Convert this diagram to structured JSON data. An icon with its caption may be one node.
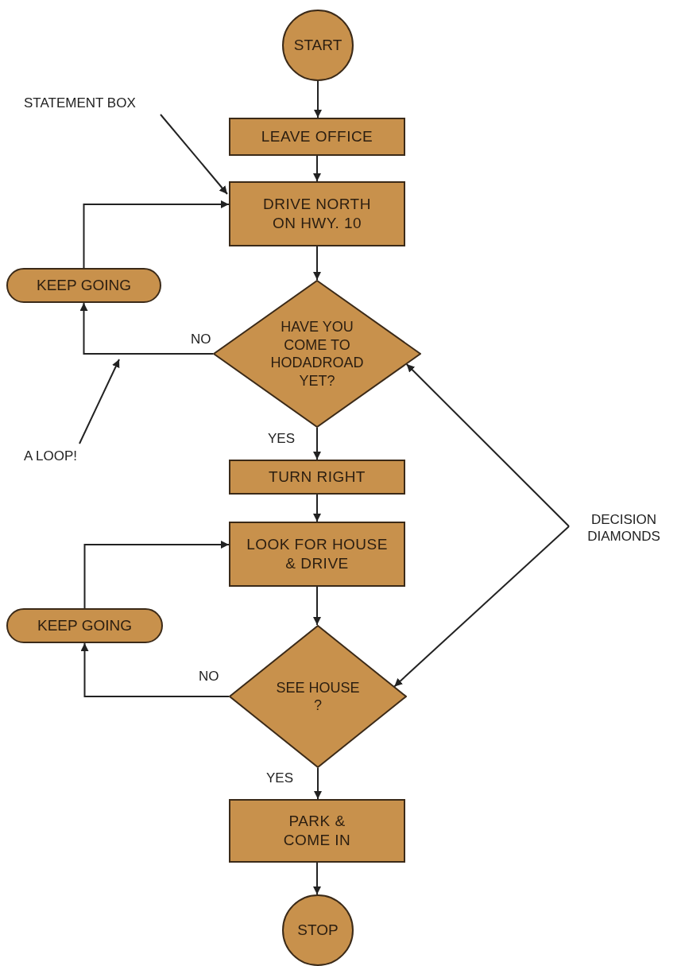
{
  "diagram": {
    "nodes": [
      {
        "text": [
          "START"
        ]
      },
      {
        "text": [
          "LEAVE OFFICE"
        ]
      },
      {
        "text": [
          "DRIVE NORTH ON HWY. 10"
        ]
      },
      {
        "text": [
          "HAVE YOU COME TO HODADROAD YET?"
        ]
      },
      {
        "text": [
          "KEEP GOING"
        ]
      },
      {
        "text": [
          "TURN RIGHT"
        ]
      },
      {
        "text": [
          "LOOK FOR HOUSE & DRIVE"
        ]
      },
      {
        "text": [
          "KEEP GOING"
        ]
      },
      {
        "text": [
          "SEE HOUSE ?"
        ]
      },
      {
        "text": [
          "PARK & COME IN"
        ]
      },
      {
        "text": [
          "STOP"
        ]
      },
      {
        "text": [
          "STATEMENT BOX"
        ]
      },
      {
        "text": [
          "A LOOP!"
        ]
      },
      {
        "text": [
          "DECISION DIAMONDS"
        ]
      }
    ],
    "edges": [
      {
        "from": 0,
        "to": 1,
        "arrow": "to"
      },
      {
        "from": 1,
        "to": 2,
        "arrow": "to"
      },
      {
        "from": 2,
        "to": 3,
        "arrow": "to"
      },
      {
        "from": 3,
        "to": 4,
        "arrow": "to",
        "label": "NO"
      },
      {
        "from": 4,
        "to": 2,
        "arrow": "to"
      },
      {
        "from": 3,
        "to": 5,
        "arrow": "to",
        "label": "YES"
      },
      {
        "from": 5,
        "to": 6,
        "arrow": "to"
      },
      {
        "from": 6,
        "to": 8,
        "arrow": "to"
      },
      {
        "from": 8,
        "to": 7,
        "arrow": "to",
        "label": "NO"
      },
      {
        "from": 7,
        "to": 6,
        "arrow": "to"
      },
      {
        "from": 8,
        "to": 9,
        "arrow": "to",
        "label": "YES"
      },
      {
        "from": 9,
        "to": 10,
        "arrow": "to"
      },
      {
        "from": 11,
        "to": 2,
        "arrow": "to"
      },
      {
        "from": 12,
        "to": null,
        "arrow": "to"
      },
      {
        "from": 13,
        "to": 3,
        "arrow": "to"
      },
      {
        "from": 13,
        "to": 8,
        "arrow": "to"
      }
    ]
  }
}
